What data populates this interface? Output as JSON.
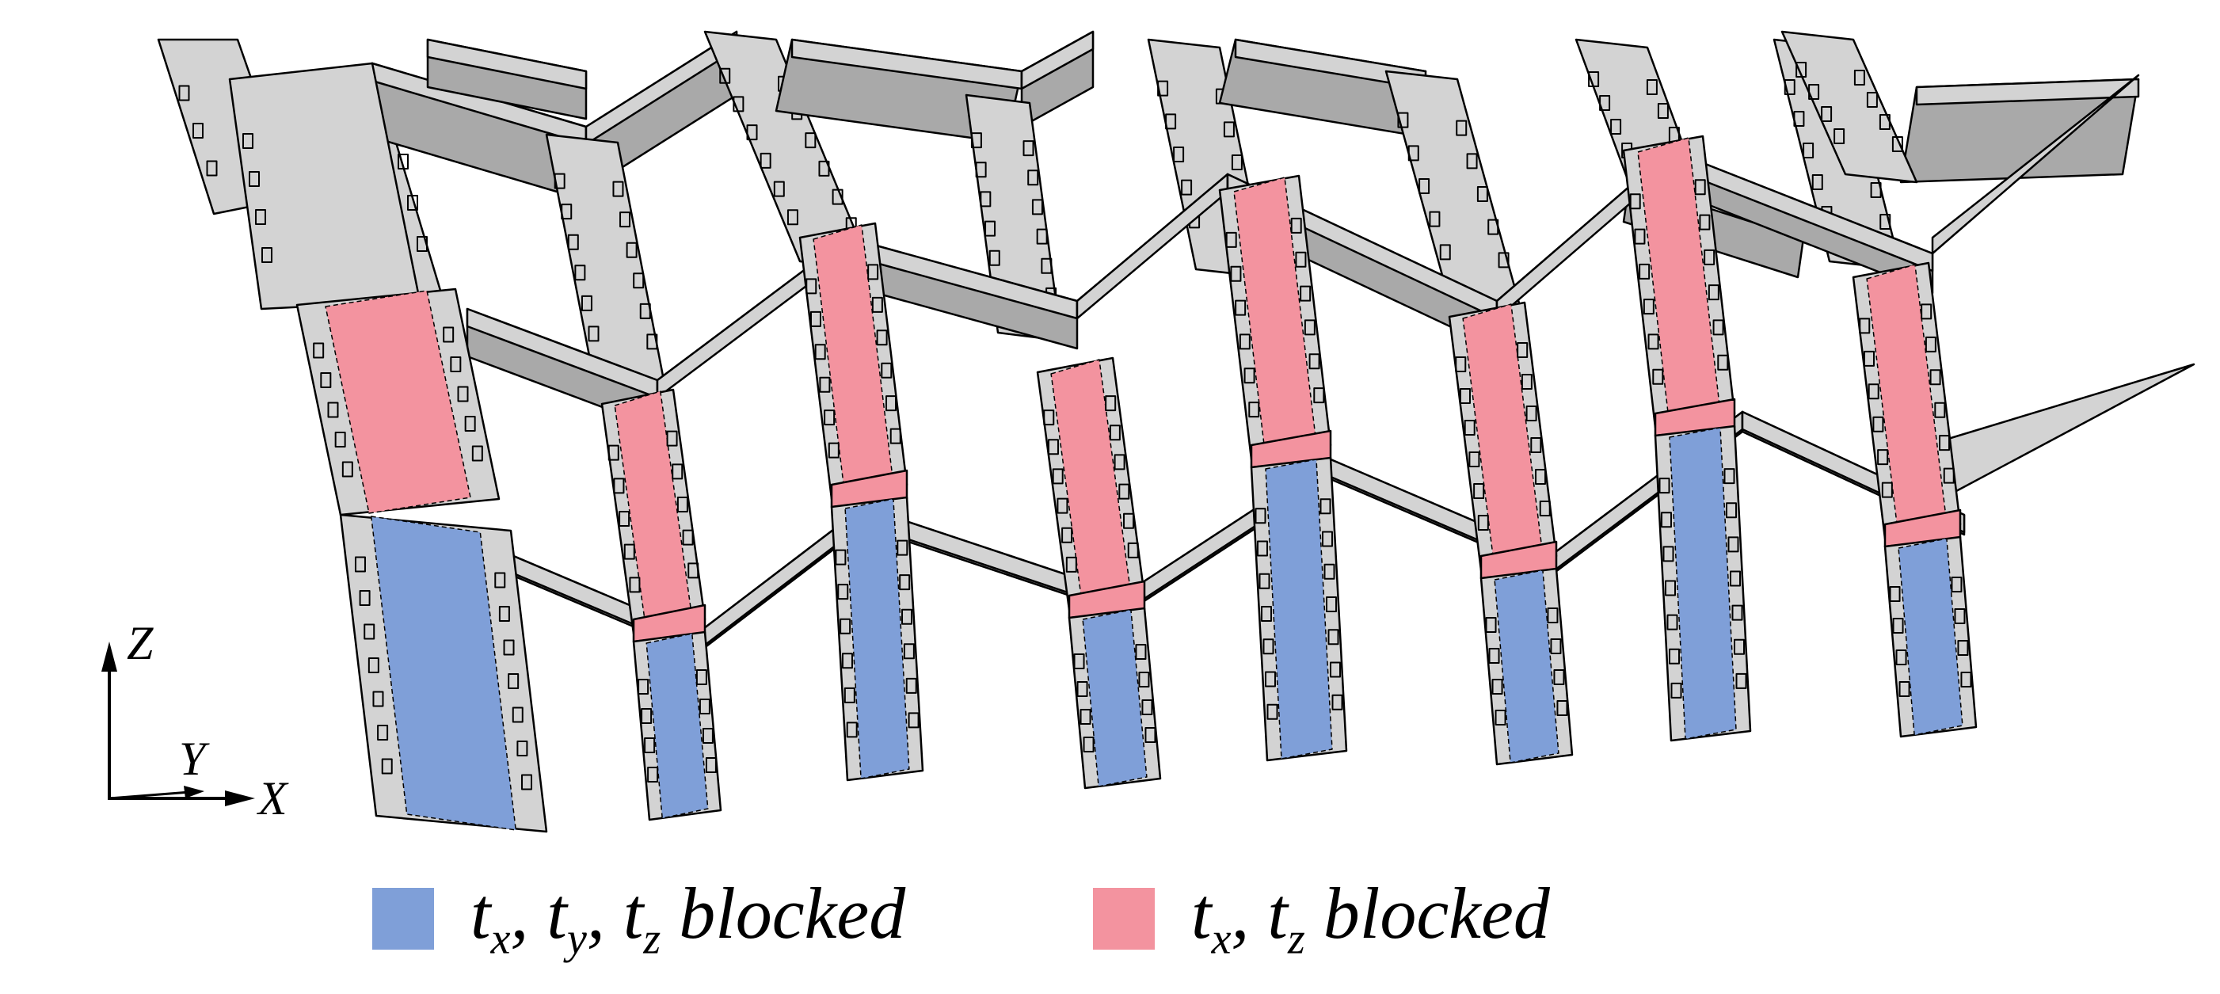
{
  "colors": {
    "blue": "#7f9fd8",
    "pink": "#f3939f",
    "panel": "#d3d3d3",
    "panel_dark": "#a9a9a9",
    "outline": "#000000"
  },
  "axes": {
    "z": "Z",
    "y": "Y",
    "x": "X"
  },
  "legend": [
    {
      "color": "#7f9fd8",
      "parts": [
        {
          "t": "t",
          "s": "x",
          "tail": ", "
        },
        {
          "t": "t",
          "s": "y",
          "tail": ", "
        },
        {
          "t": "t",
          "s": "z",
          "tail": " blocked"
        }
      ]
    },
    {
      "color": "#f3939f",
      "parts": [
        {
          "t": "t",
          "s": "x",
          "tail": ", "
        },
        {
          "t": "t",
          "s": "z",
          "tail": " blocked"
        }
      ]
    }
  ]
}
